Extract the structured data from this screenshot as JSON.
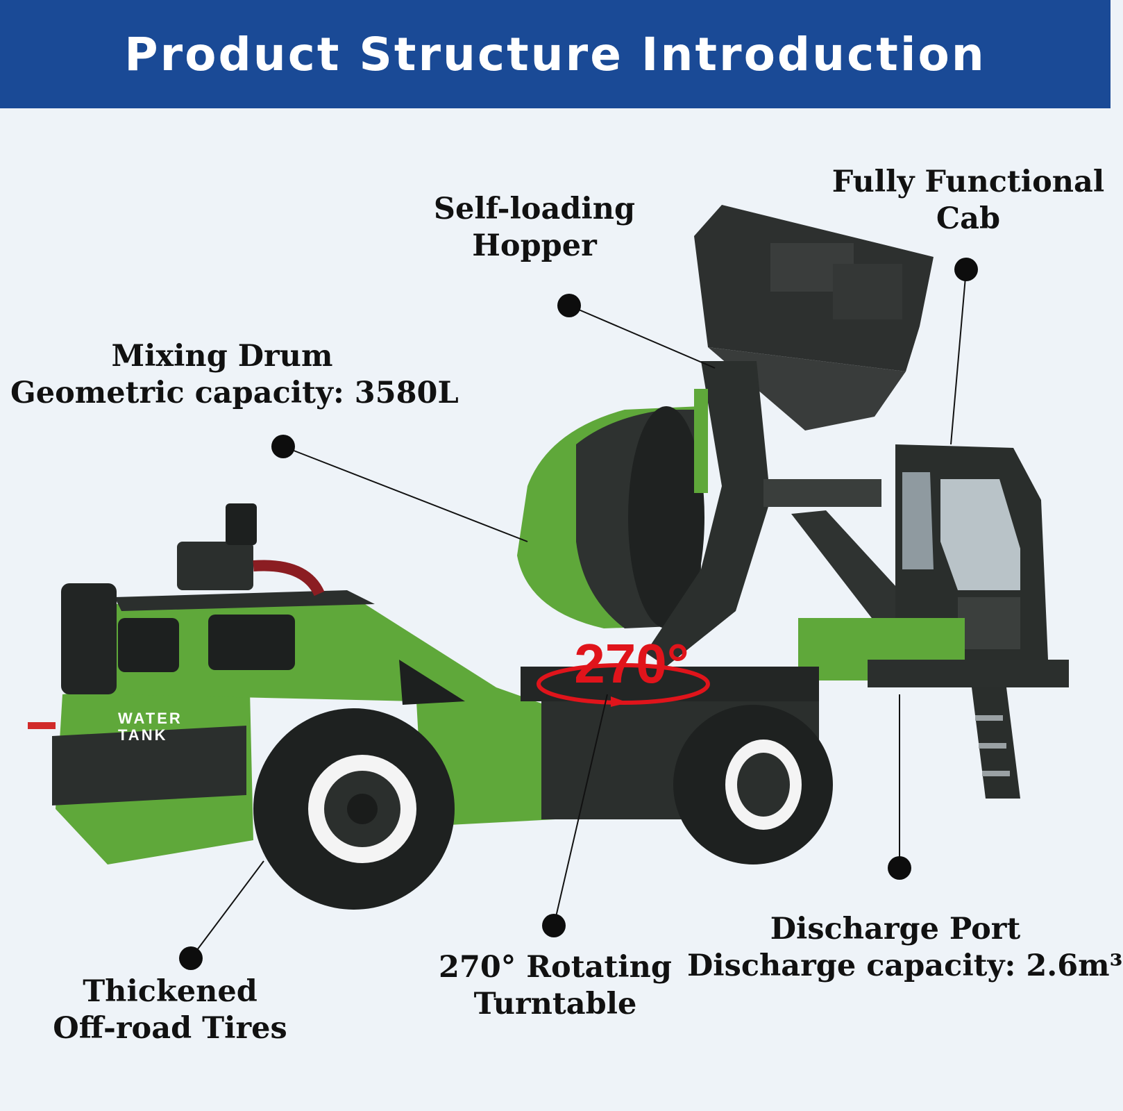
{
  "header": {
    "title": "Product Structure Introduction"
  },
  "callouts": {
    "cab": {
      "line1": "Fully Functional",
      "line2": "Cab"
    },
    "hopper": {
      "line1": "Self-loading",
      "line2": "Hopper"
    },
    "drum": {
      "line1": "Mixing Drum",
      "line2": "Geometric capacity: 3580L"
    },
    "tires": {
      "line1": "Thickened",
      "line2": "Off-road Tires"
    },
    "turntable": {
      "line1": "270° Rotating",
      "line2": "Turntable"
    },
    "discharge": {
      "line1": "Discharge Port",
      "line2": "Discharge capacity: 2.6m³"
    }
  },
  "machine": {
    "water_tank_label_1": "WATER",
    "water_tank_label_2": "TANK",
    "rotation_label": "270°"
  },
  "colors": {
    "banner": "#1a4a96",
    "body_green": "#5fa83a",
    "dark": "#2b2f2d",
    "accent_red": "#e0141b",
    "background": "#eef3f8"
  }
}
